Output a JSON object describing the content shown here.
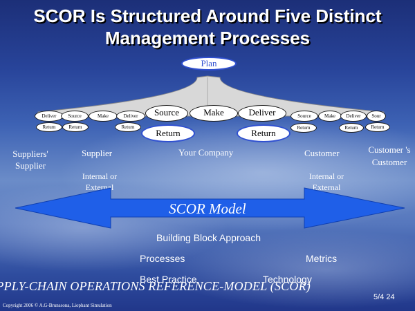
{
  "title": {
    "line1": "SCOR Is Structured Around Five Distinct",
    "line2": "Management Processes"
  },
  "plan_label": "Plan",
  "left_chain": {
    "row1": [
      "Deliver",
      "Source",
      "Make",
      "Deliver"
    ],
    "row2": [
      "Return",
      "Return",
      "Return"
    ]
  },
  "center_chain": {
    "row1": [
      "Source",
      "Make",
      "Deliver"
    ],
    "row2": [
      "Return",
      "Return"
    ]
  },
  "right_chain": {
    "row1": [
      "Source",
      "Make",
      "Deliver",
      "Sour"
    ],
    "row2": [
      "Return",
      "Return",
      "Return"
    ]
  },
  "entities": {
    "suppliers_supplier": "Suppliers' Supplier",
    "supplier": "Supplier",
    "your_company": "Your Company",
    "customer": "Customer",
    "customers_customer": "Customer 's Customer",
    "internal_external_left": "Internal or External",
    "internal_external_right": "Internal or External"
  },
  "arrow_label": "SCOR Model",
  "building_block": "Building Block Approach",
  "bottom_items": {
    "processes": "Processes",
    "metrics": "Metrics",
    "best_practice": "Best Practice",
    "technology": "Technology"
  },
  "footer_title": "SUPPLY-CHAIN OPERATIONS REFERENCE-MODEL (SCOR)",
  "slide_number": "5/4 24",
  "copyright": "Copyright 2006 © A.G-Brunssona, Liophant Simulation",
  "colors": {
    "arrow_blue": "#1f5fe8",
    "oval_outline": "#3050d0",
    "plan_text": "#3050d0",
    "title_text": "#ffffff"
  }
}
